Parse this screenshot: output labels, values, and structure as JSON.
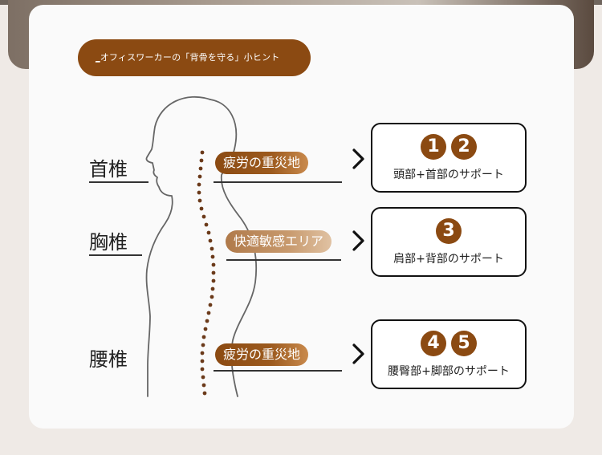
{
  "title": "_オフィスワーカーの「背骨を守る」小ヒント",
  "title_parts": {
    "dash": "_",
    "text": "オフィスワーカーの「背骨を守る」小ヒント"
  },
  "sections": [
    {
      "label": "首椎",
      "pill_text": "疲労の重災地",
      "box_numbers": [
        "1",
        "2"
      ],
      "box_label": "頭部+首部のサポート"
    },
    {
      "label": "胸椎",
      "pill_text": "快適敏感エリア",
      "box_numbers": [
        "3"
      ],
      "box_label": "肩部+背部のサポート"
    },
    {
      "label": "腰椎",
      "pill_text": "疲労の重災地",
      "box_numbers": [
        "4",
        "5"
      ],
      "box_label": "腰臀部+脚部のサポート"
    }
  ],
  "colors": {
    "accent": "#8b4a12",
    "accent_light": "#c89a6e",
    "outline": "#666666",
    "spine_dots": "#6b3a1a"
  },
  "icons": {
    "arrow": "chevron-right-icon"
  }
}
